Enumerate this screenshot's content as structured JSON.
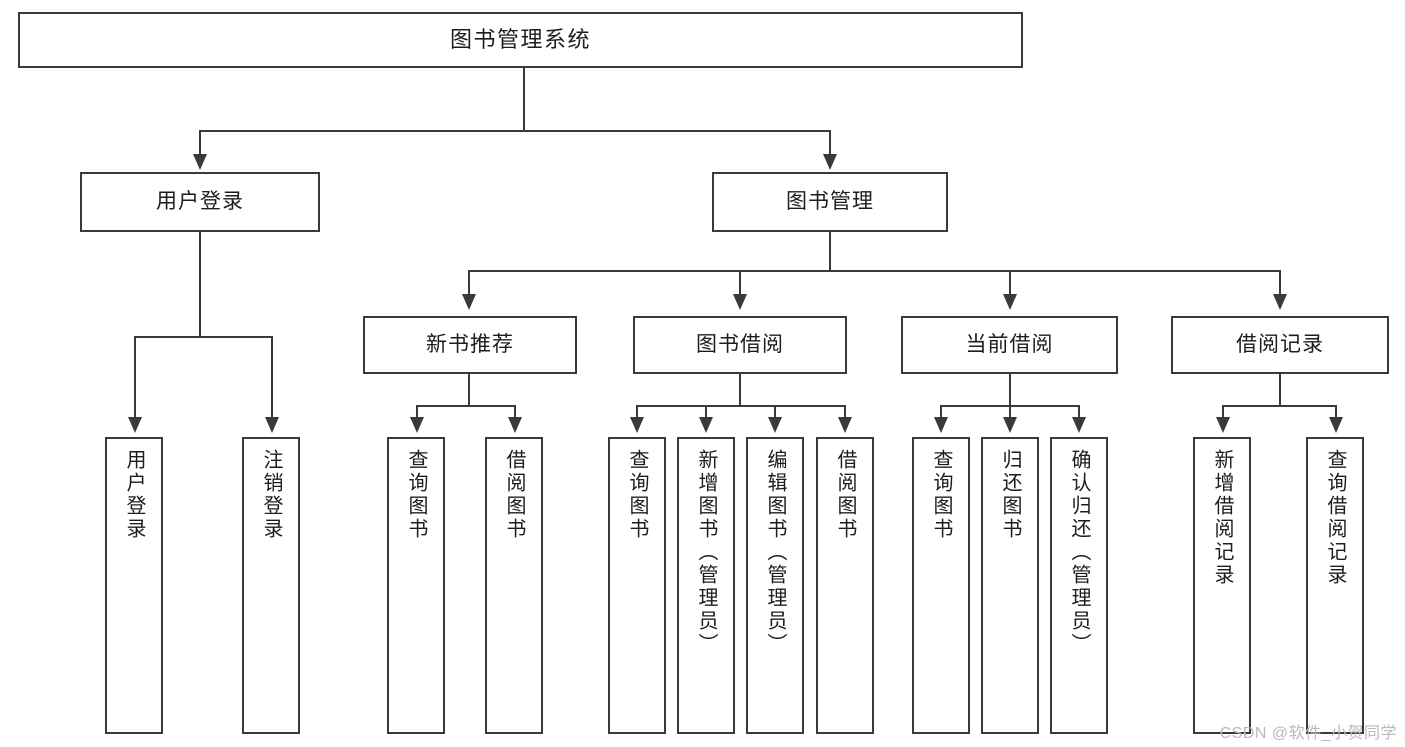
{
  "diagram": {
    "title": "图书管理系统",
    "type": "hierarchy-tree",
    "watermark": "CSDN @软件_小贺同学",
    "colors": {
      "stroke": "#3a3a3a",
      "fill": "#ffffff",
      "text": "#1d1d1d",
      "watermark": "#b9b9b9"
    },
    "nodes": {
      "root": {
        "label": "图书管理系统"
      },
      "level2": [
        {
          "label": "用户登录"
        },
        {
          "label": "图书管理"
        }
      ],
      "level3": [
        {
          "label": "新书推荐"
        },
        {
          "label": "图书借阅"
        },
        {
          "label": "当前借阅"
        },
        {
          "label": "借阅记录"
        }
      ],
      "leaves": {
        "user_login": [
          {
            "label": "用户登录"
          },
          {
            "label": "注销登录"
          }
        ],
        "new_book_recommend": [
          {
            "label": "查询图书"
          },
          {
            "label": "借阅图书"
          }
        ],
        "book_borrow": [
          {
            "label": "查询图书"
          },
          {
            "label": "新增图书（管理员）"
          },
          {
            "label": "编辑图书（管理员）"
          },
          {
            "label": "借阅图书"
          }
        ],
        "current_borrow": [
          {
            "label": "查询图书"
          },
          {
            "label": "归还图书"
          },
          {
            "label": "确认归还（管理员）"
          }
        ],
        "borrow_record": [
          {
            "label": "新增借阅记录"
          },
          {
            "label": "查询借阅记录"
          }
        ]
      }
    }
  }
}
